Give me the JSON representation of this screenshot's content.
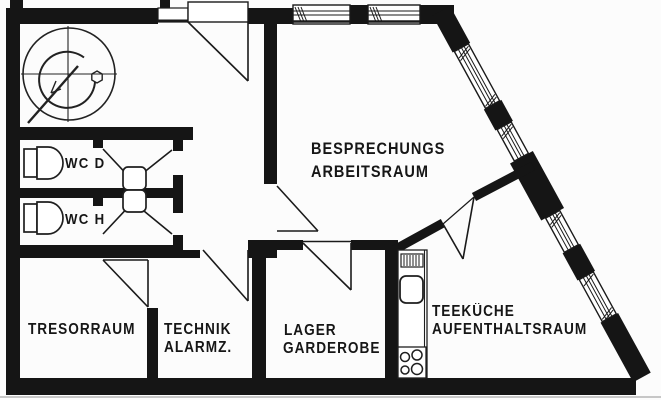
{
  "drawing": {
    "type": "architectural floor plan",
    "colors": {
      "ink": "#161616",
      "paper": "#fcfcfc",
      "wall": "#151515"
    }
  },
  "labels": {
    "meeting_room_line1": "BESPRECHUNGS",
    "meeting_room_line2": "ARBEITSRAUM",
    "wc_d": "WC D",
    "wc_h": "WC H",
    "vault_room": "TRESORRAUM",
    "technik_line1": "TECHNIK",
    "technik_line2": "ALARMZ.",
    "storage_line1": "LAGER",
    "storage_line2": "GARDEROBE",
    "kitchen_line1": "TEEKÜCHE",
    "kitchen_line2": "AUFENTHALTSRAUM"
  }
}
